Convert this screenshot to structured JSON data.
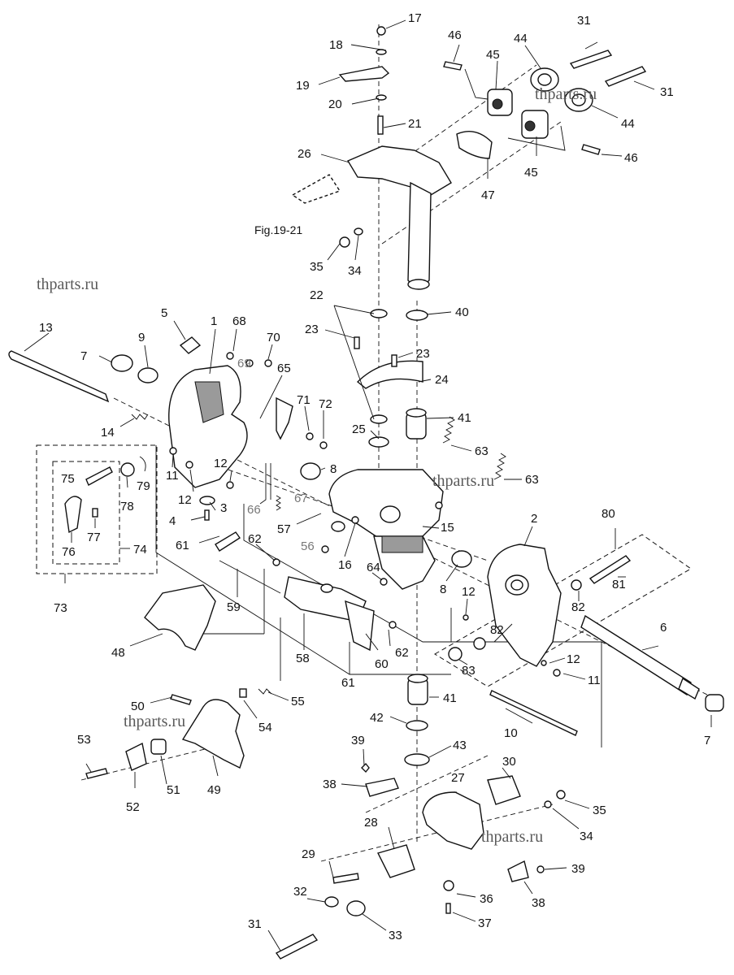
{
  "watermarks": [
    "thparts.ru",
    "thparts.ru",
    "thparts.ru",
    "thparts.ru",
    "thparts.ru"
  ],
  "figure_ref": "Fig.19-21",
  "callouts": [
    {
      "id": "c17",
      "text": "17"
    },
    {
      "id": "c18",
      "text": "18"
    },
    {
      "id": "c19",
      "text": "19"
    },
    {
      "id": "c20",
      "text": "20"
    },
    {
      "id": "c21",
      "text": "21"
    },
    {
      "id": "c26",
      "text": "26"
    },
    {
      "id": "c35a",
      "text": "35"
    },
    {
      "id": "c34a",
      "text": "34"
    },
    {
      "id": "c46a",
      "text": "46"
    },
    {
      "id": "c45a",
      "text": "45"
    },
    {
      "id": "c44a",
      "text": "44"
    },
    {
      "id": "c31a",
      "text": "31"
    },
    {
      "id": "c31b",
      "text": "31"
    },
    {
      "id": "c44b",
      "text": "44"
    },
    {
      "id": "c46b",
      "text": "46"
    },
    {
      "id": "c45b",
      "text": "45"
    },
    {
      "id": "c47",
      "text": "47"
    },
    {
      "id": "c22",
      "text": "22"
    },
    {
      "id": "c40",
      "text": "40"
    },
    {
      "id": "c23a",
      "text": "23"
    },
    {
      "id": "c23b",
      "text": "23"
    },
    {
      "id": "c24",
      "text": "24"
    },
    {
      "id": "c41a",
      "text": "41"
    },
    {
      "id": "c25",
      "text": "25"
    },
    {
      "id": "c63a",
      "text": "63"
    },
    {
      "id": "c63b",
      "text": "63"
    },
    {
      "id": "c13",
      "text": "13"
    },
    {
      "id": "c5",
      "text": "5"
    },
    {
      "id": "c1",
      "text": "1"
    },
    {
      "id": "c68",
      "text": "68"
    },
    {
      "id": "c70",
      "text": "70"
    },
    {
      "id": "c69",
      "text": "69"
    },
    {
      "id": "c65",
      "text": "65"
    },
    {
      "id": "c7a",
      "text": "7"
    },
    {
      "id": "c9",
      "text": "9"
    },
    {
      "id": "c71",
      "text": "71"
    },
    {
      "id": "c72",
      "text": "72"
    },
    {
      "id": "c14",
      "text": "14"
    },
    {
      "id": "c11a",
      "text": "11"
    },
    {
      "id": "c12a",
      "text": "12"
    },
    {
      "id": "c12b",
      "text": "12"
    },
    {
      "id": "c3",
      "text": "3"
    },
    {
      "id": "c4",
      "text": "4"
    },
    {
      "id": "c8a",
      "text": "8"
    },
    {
      "id": "c66",
      "text": "66"
    },
    {
      "id": "c67",
      "text": "67"
    },
    {
      "id": "c75",
      "text": "75"
    },
    {
      "id": "c78",
      "text": "78"
    },
    {
      "id": "c79",
      "text": "79"
    },
    {
      "id": "c77",
      "text": "77"
    },
    {
      "id": "c76",
      "text": "76"
    },
    {
      "id": "c74",
      "text": "74"
    },
    {
      "id": "c73",
      "text": "73"
    },
    {
      "id": "c57",
      "text": "57"
    },
    {
      "id": "c56",
      "text": "56"
    },
    {
      "id": "c15",
      "text": "15"
    },
    {
      "id": "c61a",
      "text": "61"
    },
    {
      "id": "c62a",
      "text": "62"
    },
    {
      "id": "c16",
      "text": "16"
    },
    {
      "id": "c64",
      "text": "64"
    },
    {
      "id": "c2",
      "text": "2"
    },
    {
      "id": "c80",
      "text": "80"
    },
    {
      "id": "c8b",
      "text": "8"
    },
    {
      "id": "c12c",
      "text": "12"
    },
    {
      "id": "c81",
      "text": "81"
    },
    {
      "id": "c82a",
      "text": "82"
    },
    {
      "id": "c82b",
      "text": "82"
    },
    {
      "id": "c6",
      "text": "6"
    },
    {
      "id": "c12d",
      "text": "12"
    },
    {
      "id": "c11b",
      "text": "11"
    },
    {
      "id": "c83",
      "text": "83"
    },
    {
      "id": "c59",
      "text": "59"
    },
    {
      "id": "c48",
      "text": "48"
    },
    {
      "id": "c58",
      "text": "58"
    },
    {
      "id": "c62b",
      "text": "62"
    },
    {
      "id": "c60",
      "text": "60"
    },
    {
      "id": "c61b",
      "text": "61"
    },
    {
      "id": "c41b",
      "text": "41"
    },
    {
      "id": "c7b",
      "text": "7"
    },
    {
      "id": "c55",
      "text": "55"
    },
    {
      "id": "c50",
      "text": "50"
    },
    {
      "id": "c54",
      "text": "54"
    },
    {
      "id": "c42",
      "text": "42"
    },
    {
      "id": "c10",
      "text": "10"
    },
    {
      "id": "c53",
      "text": "53"
    },
    {
      "id": "c43",
      "text": "43"
    },
    {
      "id": "c39a",
      "text": "39"
    },
    {
      "id": "c51",
      "text": "51"
    },
    {
      "id": "c49",
      "text": "49"
    },
    {
      "id": "c52",
      "text": "52"
    },
    {
      "id": "c38a",
      "text": "38"
    },
    {
      "id": "c30",
      "text": "30"
    },
    {
      "id": "c27",
      "text": "27"
    },
    {
      "id": "c35b",
      "text": "35"
    },
    {
      "id": "c34b",
      "text": "34"
    },
    {
      "id": "c28",
      "text": "28"
    },
    {
      "id": "c29",
      "text": "29"
    },
    {
      "id": "c39b",
      "text": "39"
    },
    {
      "id": "c32",
      "text": "32"
    },
    {
      "id": "c36",
      "text": "36"
    },
    {
      "id": "c38b",
      "text": "38"
    },
    {
      "id": "c37",
      "text": "37"
    },
    {
      "id": "c31c",
      "text": "31"
    },
    {
      "id": "c33",
      "text": "33"
    }
  ]
}
